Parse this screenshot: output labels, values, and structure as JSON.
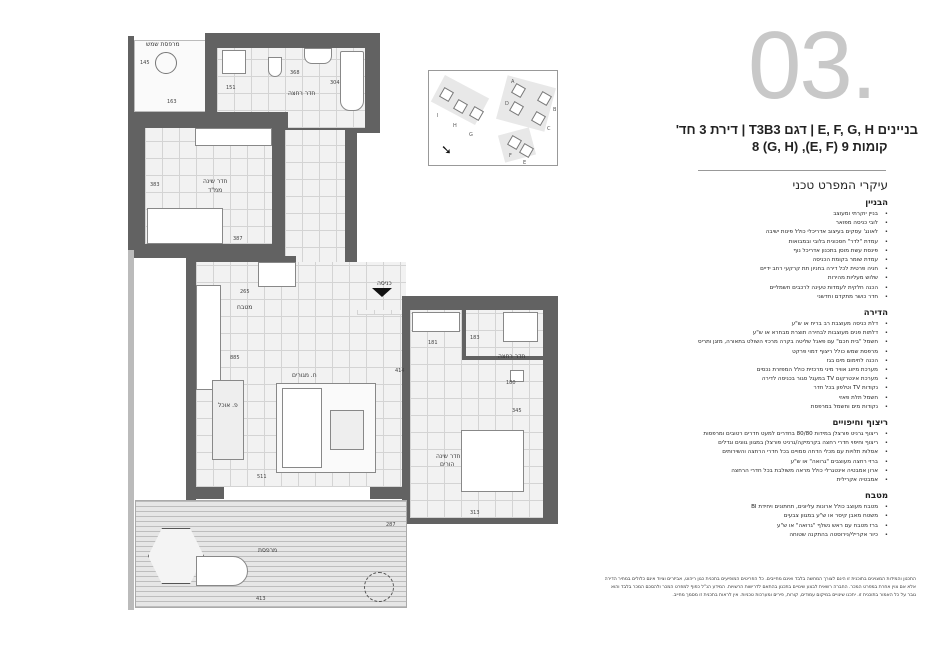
{
  "header": {
    "apartment_number": "03.",
    "title_line1": "בניינים E, F, G, H | דגם T3B3 | דירת 3 חד'",
    "title_line2": "קומות 9 (E, F), 8 (G, H)"
  },
  "site_map": {
    "building_labels": [
      "A",
      "B",
      "C",
      "D",
      "E",
      "F",
      "G",
      "H",
      "I"
    ],
    "north_arrow": "north-arrow-icon"
  },
  "floor_plan": {
    "rooms": {
      "sun_balcony": "מרפסת שמש",
      "bathroom_main": "חדר רחצה",
      "bedroom": "חדר שינה",
      "safe_room": "ממ\"ד",
      "kitchen": "מטבח",
      "living": "ח. מגורים",
      "dining": "פ. אוכל",
      "entrance": "כניסה",
      "bathroom_parents": "חדר רחצה",
      "master_bedroom": "חדר שינה",
      "master_bedroom_2": "הורים",
      "terrace": "מרפסת"
    },
    "dimensions": [
      "145",
      "163",
      "151",
      "368",
      "304",
      "383",
      "387",
      "265",
      "885",
      "511",
      "414",
      "181",
      "183",
      "180",
      "345",
      "313",
      "287",
      "413"
    ]
  },
  "spec": {
    "title": "עיקרי המפרט טכני",
    "sections": [
      {
        "heading": "הבניין",
        "items": [
          "בניין יוקרתי ומעוצב",
          "לובי כניסה מפואר",
          "לאונג' עסקים בעיצוב אדריכלי כולל פינות ישיבה",
          "עמדת \"לדר\" חסכונית בלובי ובמבואות",
          "פינסת עשת מוסן בתכנון אדריכל נוף",
          "עמדת שומר בקומת הכניסה",
          "חניה פרטית לכל דירה בחניון תת קרקעי רחב ידיים",
          "שלוש מעליות מהירות",
          "הכנה חלקית לעמדות טעינה לרכבים חשמליים",
          "חדר כושר מתקדם וחדשני"
        ]
      },
      {
        "heading": "הדירה",
        "items": [
          "דלת כניסה מעוצבת רב בריח או ש\"ע",
          "דלתות פנים מעוצבות לבחירה תוצרת מבחרא או ש\"ע",
          "חשמל \"בית חכם\" עם פאנל שליטה בקרה מרכזי השולט בתאורה, מזגן ותריס",
          "מרפסת שמש כולל ריצוף דמוי פרקט",
          "הכנה לחימום מים בגז",
          "מערכת מיזוג אוויר מיני מרכזית כולל המפזרת נכסים",
          "מערכת אינטרקום TV במעגל סגור בכניסה לדירה",
          "נקודות TV וטלפון בכל חדר",
          "חשמל תלת פאזי",
          "נקודות מים וחשמל במרפסת"
        ]
      },
      {
        "heading": "ריצוף וחיפויים",
        "items": [
          "ריצוף גרניט פורצלן במידות 80/80 בחדרים למעט חדרים רטובים ומרפסות",
          "ריצוף וחיפוי חדרי רחצה בקרמיקה/גרניט פורצלן במגוון גוונים וגדלים",
          "אסלות תלויות עם מכלי הדחה סמויים בכל חדרי הרחצה והשירותים",
          "ברזי רחצה מעוצבים \"גרואה\" או ש\"ע",
          "ארון אמבטיה אינטגרלי כולל מראה משולבת בכל חדרי הרחצה",
          "אמבטיה אקרילית"
        ]
      },
      {
        "heading": "מטבח",
        "items": [
          "מטבח מעוצב כולל ארונות עליונים, תחתונים ויחידת BI",
          "משטח מאבן קיסר או ש\"ע במגוון צבעים",
          "ברז מטבח עם ראש נשלף \"גרואה\" או ש\"ע",
          "כיור אקרילי/נירוסטה בהתקנה שטוחה"
        ]
      }
    ]
  },
  "footnote": "התכנון והמידות המצוינים בתוכנית זו הינם לצורך המחשה בלבד ואינם מחייבים. כל הפריטים המופיעים בתכנית כגון ריהוט, אביזרים וציוד אינם כלולים במחיר הדירה אלא אם צוין אחרת במפרט המכר. החברה רשאית לבצע שינויים בתכנון בהתאם לדרישות הרשויות. המידע הנ\"ל כפוף למפרט המכר ולהסכם המכר בלבד והוא גובר על כל האמור בתוכנית זו. יתכנו שינויים במיקום עמודים, קורות, פירים ומערכות טכניות. אין לראות בתכנית זו מסמך מחייב."
}
